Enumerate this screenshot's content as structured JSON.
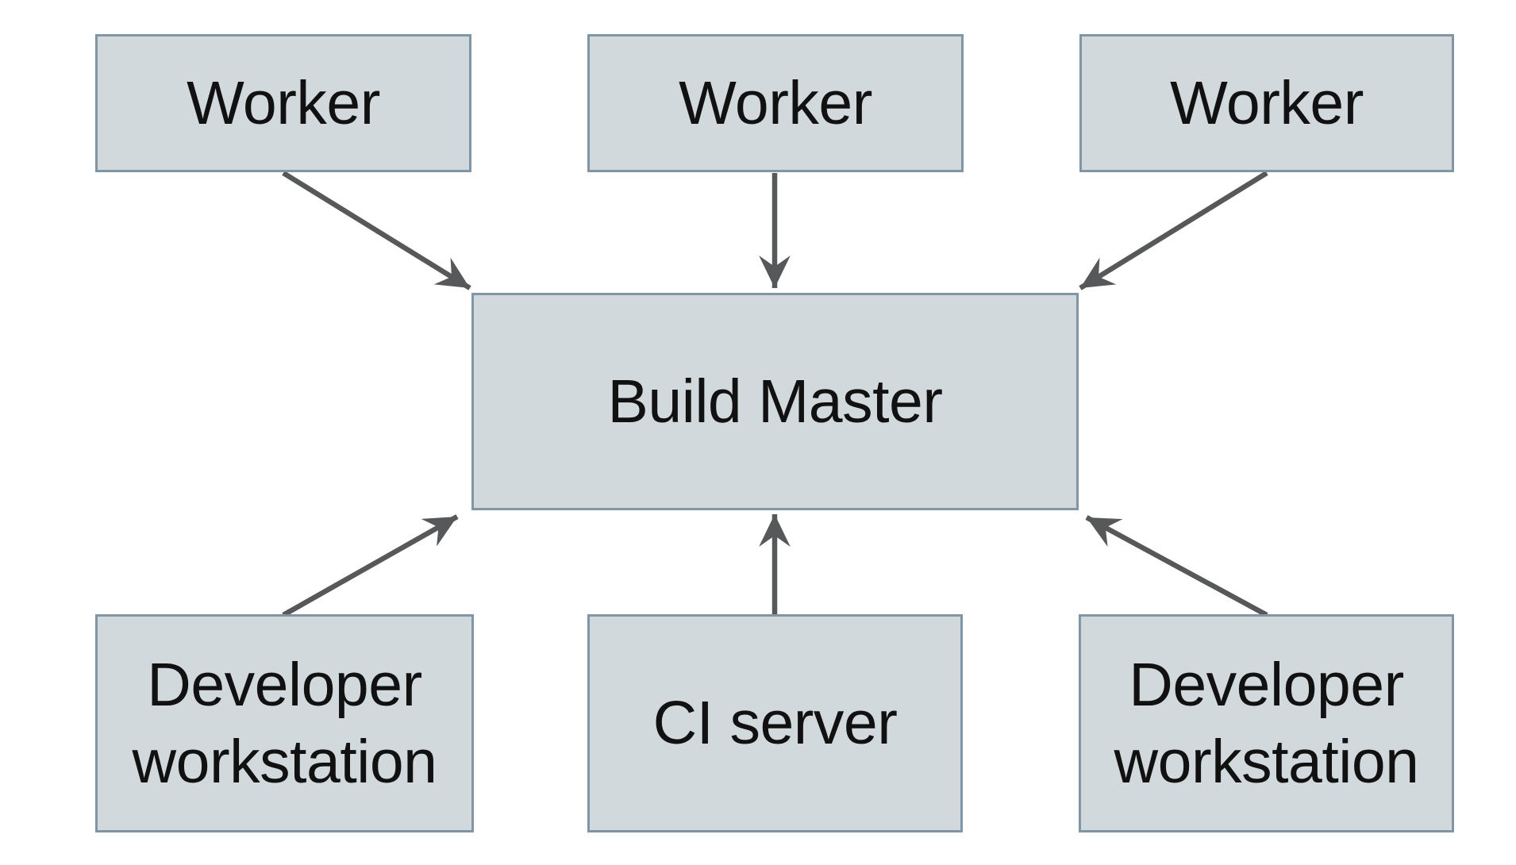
{
  "diagram": {
    "type": "architecture-diagram",
    "nodes": [
      {
        "id": "worker-1",
        "label": "Worker"
      },
      {
        "id": "worker-2",
        "label": "Worker"
      },
      {
        "id": "worker-3",
        "label": "Worker"
      },
      {
        "id": "build-master",
        "label": "Build Master"
      },
      {
        "id": "developer-workstation-left",
        "label": "Developer workstation"
      },
      {
        "id": "ci-server",
        "label": "CI server"
      },
      {
        "id": "developer-workstation-right",
        "label": "Developer workstation"
      }
    ],
    "edges": [
      {
        "from": "worker-1",
        "to": "build-master"
      },
      {
        "from": "worker-2",
        "to": "build-master"
      },
      {
        "from": "worker-3",
        "to": "build-master"
      },
      {
        "from": "developer-workstation-left",
        "to": "build-master"
      },
      {
        "from": "ci-server",
        "to": "build-master"
      },
      {
        "from": "developer-workstation-right",
        "to": "build-master"
      }
    ],
    "colors": {
      "node_fill": "#d1d9dc",
      "node_border": "#8096a5",
      "arrow": "#575859",
      "text": "#111111",
      "background": "#ffffff"
    }
  }
}
